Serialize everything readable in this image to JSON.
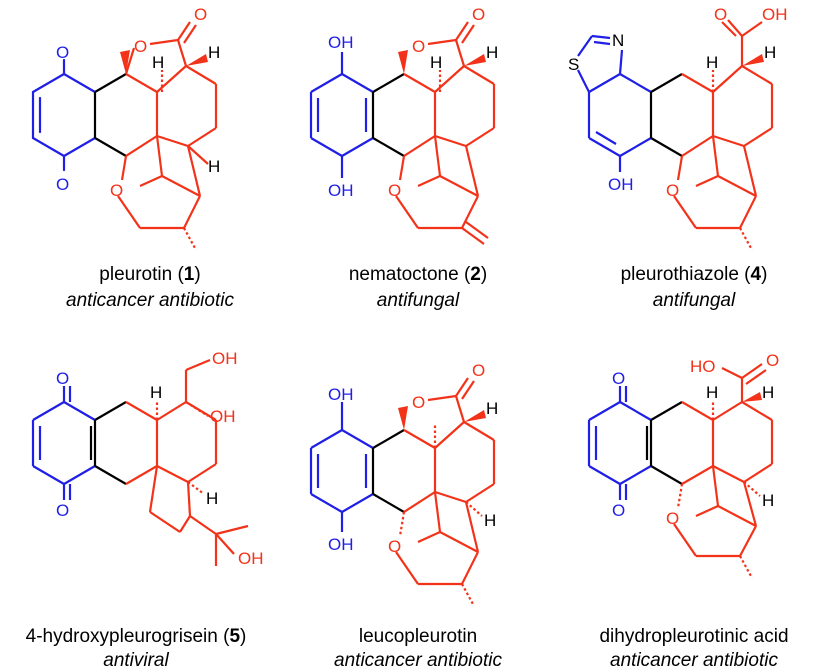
{
  "colors": {
    "blue": "#1f1fe6",
    "red": "#f2331a",
    "black": "#000000"
  },
  "compounds": [
    {
      "name_pre": "pleurotin (",
      "number": "1",
      "name_post": ")",
      "activity": "anticancer antibiotic"
    },
    {
      "name_pre": "nematoctone (",
      "number": "2",
      "name_post": ")",
      "activity": "antifungal"
    },
    {
      "name_pre": "pleurothiazole (",
      "number": "4",
      "name_post": ")",
      "activity": "antifungal"
    },
    {
      "name_pre": "4-hydroxypleurogrisein (",
      "number": "5",
      "name_post": ")",
      "activity": "antiviral"
    },
    {
      "name_pre": "leucopleurotin",
      "number": "",
      "name_post": "",
      "activity": "anticancer antibiotic"
    },
    {
      "name_pre": "dihydropleurotinic acid",
      "number": "",
      "name_post": "",
      "activity": "anticancer antibiotic"
    }
  ],
  "atoms": {
    "O": "O",
    "H": "H",
    "OH": "OH",
    "HO": "HO",
    "S": "S",
    "N": "N"
  }
}
